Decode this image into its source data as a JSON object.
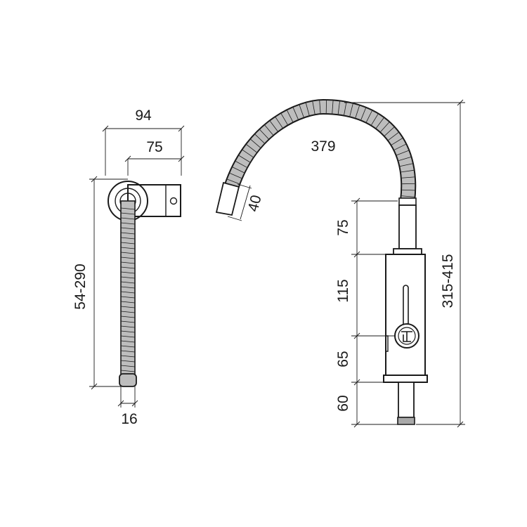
{
  "dimensions": {
    "side_width_total": "94",
    "side_width_inner": "75",
    "side_height": "54-290",
    "hose_diameter": "16",
    "spout_reach": "379",
    "spout_nozzle": "40",
    "seg_top": "75",
    "seg_body": "115",
    "seg_lower": "65",
    "seg_thread": "60",
    "total_height": "315-415"
  },
  "colors": {
    "line": "#1a1a1a",
    "hose_fill": "#bdbdbd",
    "background": "#ffffff"
  },
  "icons": {
    "brand_logo": "logo-icon"
  }
}
